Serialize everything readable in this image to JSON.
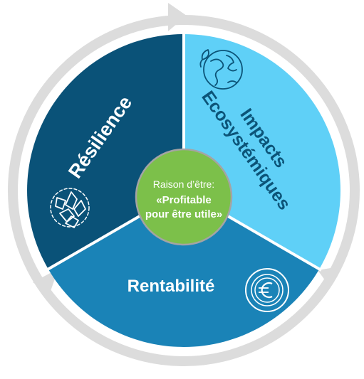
{
  "segments": {
    "resilience": {
      "label": "Résilience",
      "color": "#0a5278",
      "icon": "hands-together-icon"
    },
    "impacts": {
      "line1": "Impacts",
      "line2": "Ecosystémiques",
      "color": "#5fd0f7",
      "text_color": "#0c5478",
      "icon": "globe-leaf-icon"
    },
    "rentabilite": {
      "label": "Rentabilité",
      "color": "#1a83b7",
      "icon": "euro-coin-icon"
    }
  },
  "outer_ring_color": "#dcdcdc",
  "center": {
    "line1": "Raison d’être:",
    "line2": "«Profitable",
    "line3": "pour être utile»",
    "color": "#7cc04a",
    "border_color": "#a4a4a4"
  }
}
